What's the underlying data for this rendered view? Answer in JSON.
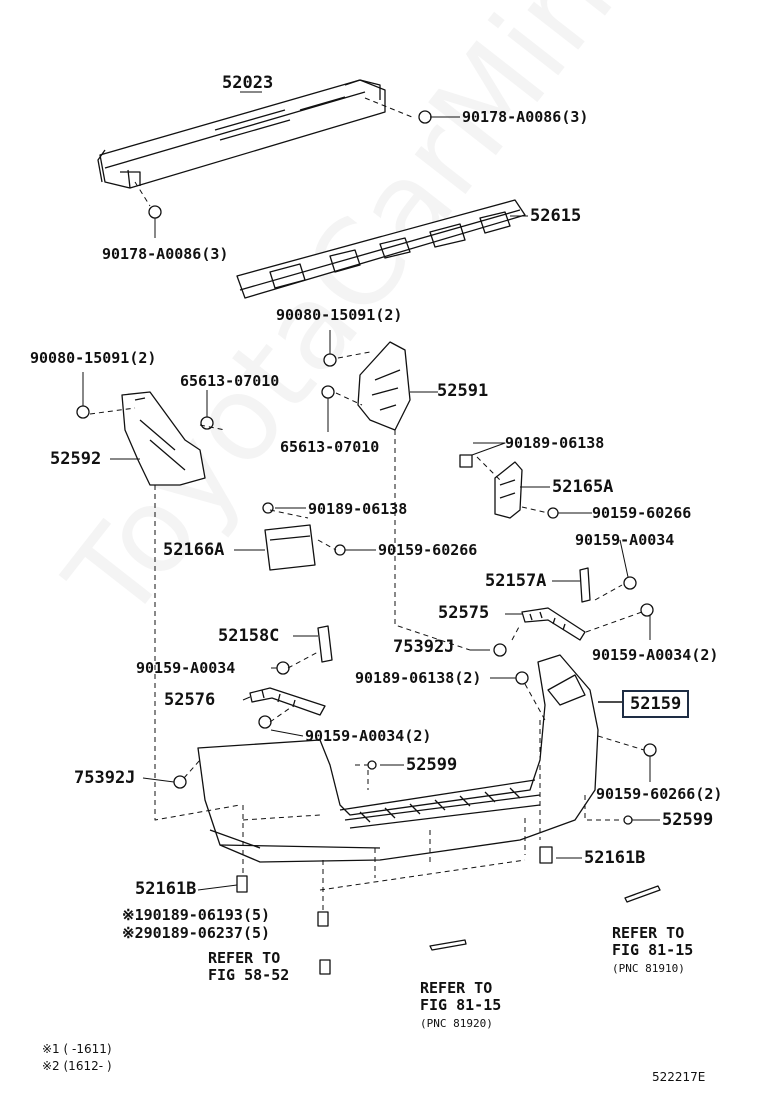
{
  "watermark": "ToyotaCarMine.ru",
  "diagram_id": "522217E",
  "highlight": "52159",
  "labels": {
    "p52023": "52023",
    "p90178a": "90178-A0086(3)",
    "p90178b": "90178-A0086(3)",
    "p52615": "52615",
    "p90080a": "90080-15091(2)",
    "p90080b": "90080-15091(2)",
    "p65613a": "65613-07010",
    "p65613b": "65613-07010",
    "p52591": "52591",
    "p52592": "52592",
    "p90189a": "90189-06138",
    "p52165A": "52165A",
    "p90189b": "90189-06138",
    "p90159a": "90159-60266",
    "p52166A": "52166A",
    "p90159b": "90159-60266",
    "p90159A0034a": "90159-A0034",
    "p52157A": "52157A",
    "p52575": "52575",
    "p90159A0034b": "90159-A0034(2)",
    "p52158C": "52158C",
    "p75392Ja": "75392J",
    "p90159A0034c": "90159-A0034",
    "p90189c": "90189-06138(2)",
    "p52576": "52576",
    "p90159A0034d": "90159-A0034(2)",
    "p75392Jb": "75392J",
    "p52599a": "52599",
    "p90159c": "90159-60266(2)",
    "p52599b": "52599",
    "p52161Ba": "52161B",
    "p52161Bb": "52161B",
    "p90189d": "※190189-06193(5)",
    "p90189e": "※290189-06237(5)"
  },
  "refs": {
    "r1_l1": "REFER TO",
    "r1_l2": "FIG 58-52",
    "r2_l1": "REFER TO",
    "r2_l2": "FIG 81-15",
    "r2_l3": "(PNC 81920)",
    "r3_l1": "REFER TO",
    "r3_l2": "FIG 81-15",
    "r3_l3": "(PNC 81910)"
  },
  "notes": {
    "n1": "※1 (     -1611)",
    "n2": "※2 (1612-      )"
  }
}
